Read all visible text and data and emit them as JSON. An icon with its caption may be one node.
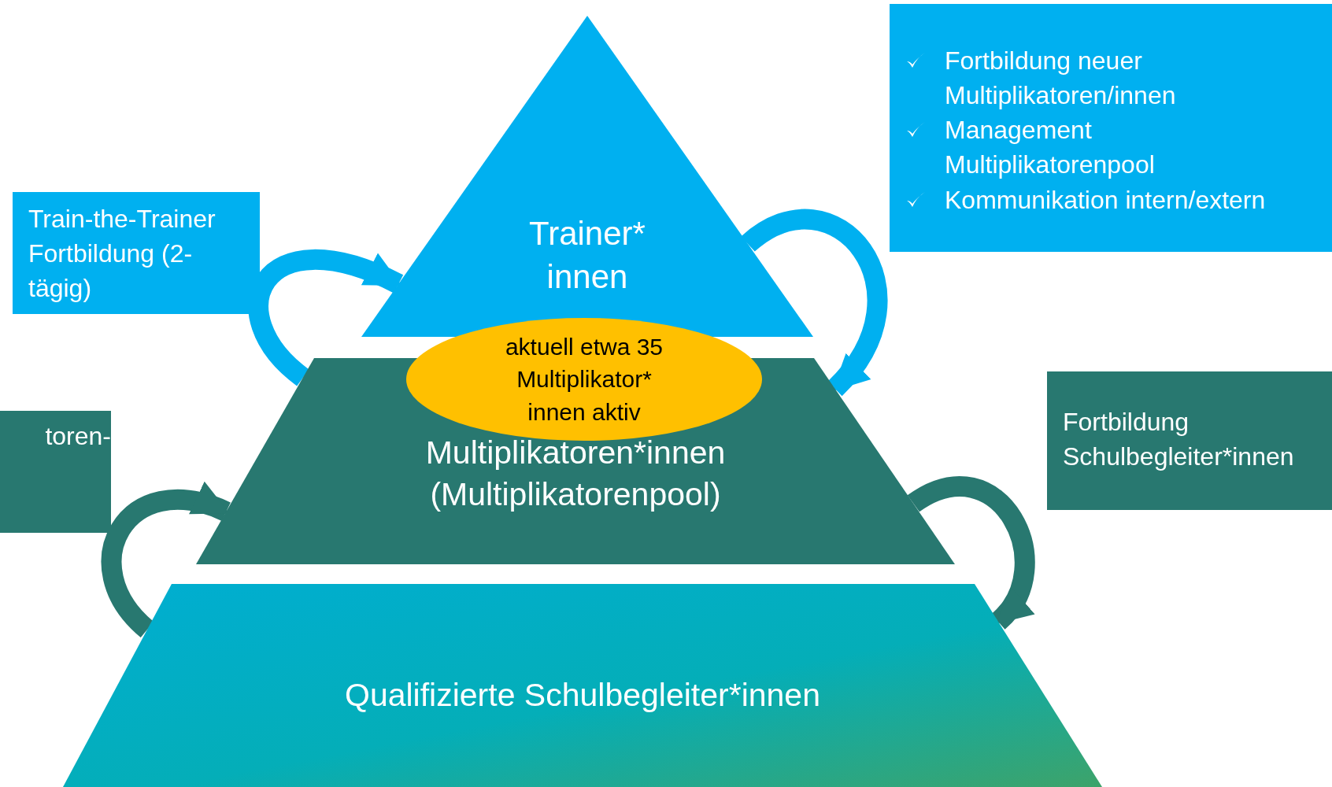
{
  "diagram": {
    "nodes": [
      {
        "text": [
          "Trainer* innen"
        ]
      },
      {
        "text": [
          "Multiplikatoren*innen (Multiplikatorenpool)"
        ]
      },
      {
        "text": [
          "aktuell etwa 35 Multiplikator* innen aktiv"
        ]
      },
      {
        "text": [
          "Qualifizierte Schulbegleiter*innen"
        ]
      },
      {
        "text": [
          "Train-the-Trainer Fortbildung (2-tägig)"
        ]
      },
      {
        "text": [
          "Fortbildung neuer Multiplikatoren/innen",
          "Management Multiplikatorenpool",
          "Kommunikation intern/extern"
        ]
      },
      {
        "text": [
          "toren-"
        ]
      },
      {
        "text": [
          "Fortbildung Schulbegleiter*innen"
        ]
      }
    ],
    "edges": [
      {
        "from": 1,
        "to": 0,
        "arrow": "to",
        "color": "#00b0f0"
      },
      {
        "from": 0,
        "to": 1,
        "arrow": "to",
        "color": "#00b0f0"
      },
      {
        "from": 3,
        "to": 1,
        "arrow": "to",
        "color": "#287870"
      },
      {
        "from": 1,
        "to": 3,
        "arrow": "to",
        "color": "#287870"
      }
    ]
  }
}
